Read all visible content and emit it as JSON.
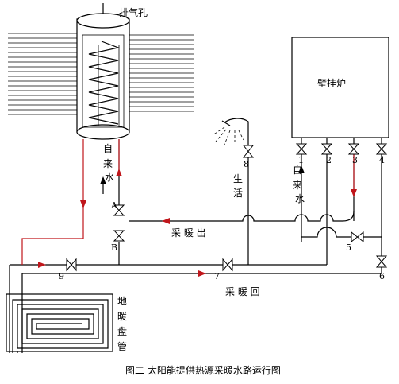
{
  "labels": {
    "vent": "排气孔",
    "boiler": "壁挂炉",
    "tap_water": [
      "自",
      "来",
      "水"
    ],
    "tap_water_right": [
      "自",
      "来",
      "水"
    ],
    "domestic": [
      "生",
      "活"
    ],
    "heating_out": "采 暖 出",
    "heating_return": "采 暖 回",
    "floor_coil": [
      "地",
      "暖",
      "盘",
      "管"
    ]
  },
  "valve_numbers": [
    "1",
    "2",
    "3",
    "4",
    "5",
    "6",
    "7",
    "8",
    "9"
  ],
  "valve_letters": [
    "A",
    "B"
  ],
  "caption": "图二  太阳能提供热源采暖水路运行图",
  "colors": {
    "flow": "#c0161b",
    "pipe": "#000000"
  }
}
